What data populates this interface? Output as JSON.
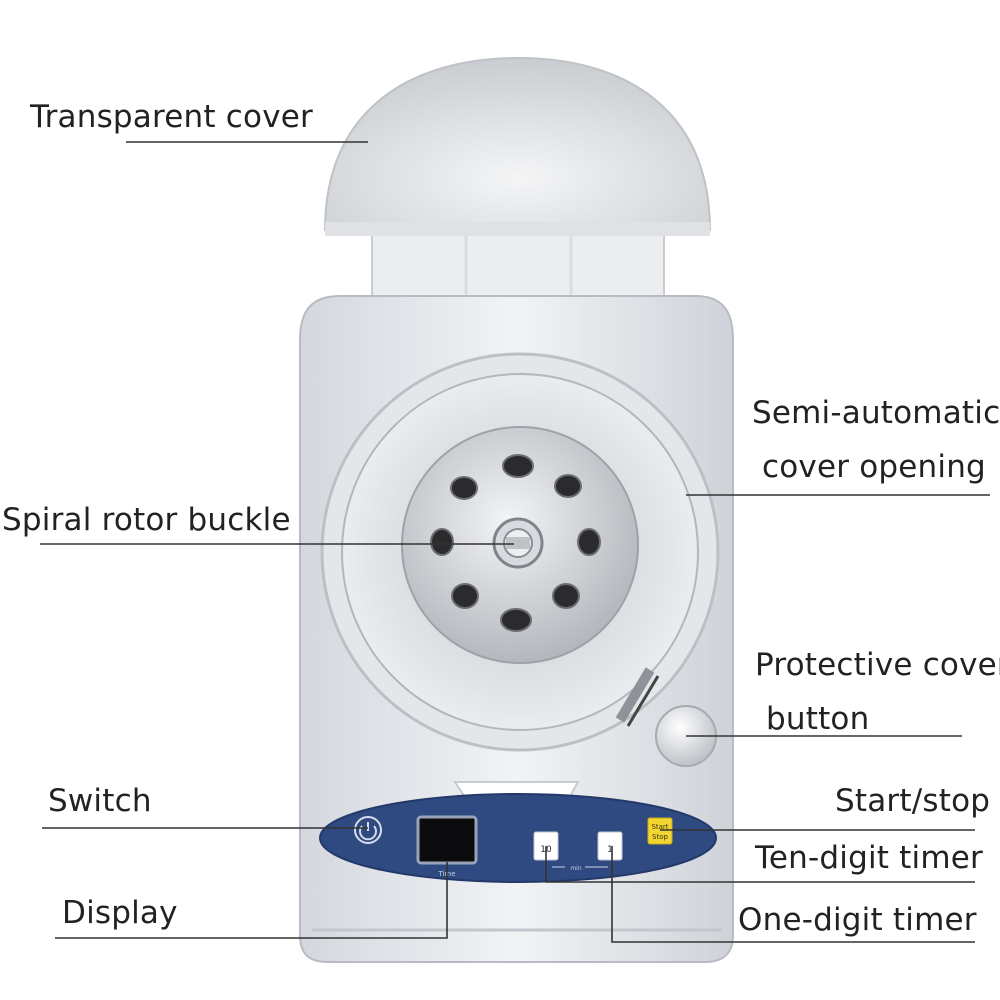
{
  "labels": {
    "transparent_cover": "Transparent cover",
    "semi_auto_line1": "Semi-automatic",
    "semi_auto_line2": "cover opening",
    "spiral_rotor_buckle": "Spiral rotor buckle",
    "protective_line1": "Protective cover",
    "protective_line2": "button",
    "switch": "Switch",
    "start_stop": "Start/stop",
    "ten_digit_timer": "Ten-digit timer",
    "display": "Display",
    "one_digit_timer": "One-digit timer"
  },
  "panel": {
    "display_caption": "Time",
    "start_text": "Start",
    "stop_text": "Stop",
    "timer_ten_digit": "10",
    "timer_one_digit": "1",
    "timer_unit": "min"
  },
  "colors": {
    "panel_blue": "#2e4a80",
    "start_button": "#f2d531",
    "leader_line": "#333333"
  }
}
